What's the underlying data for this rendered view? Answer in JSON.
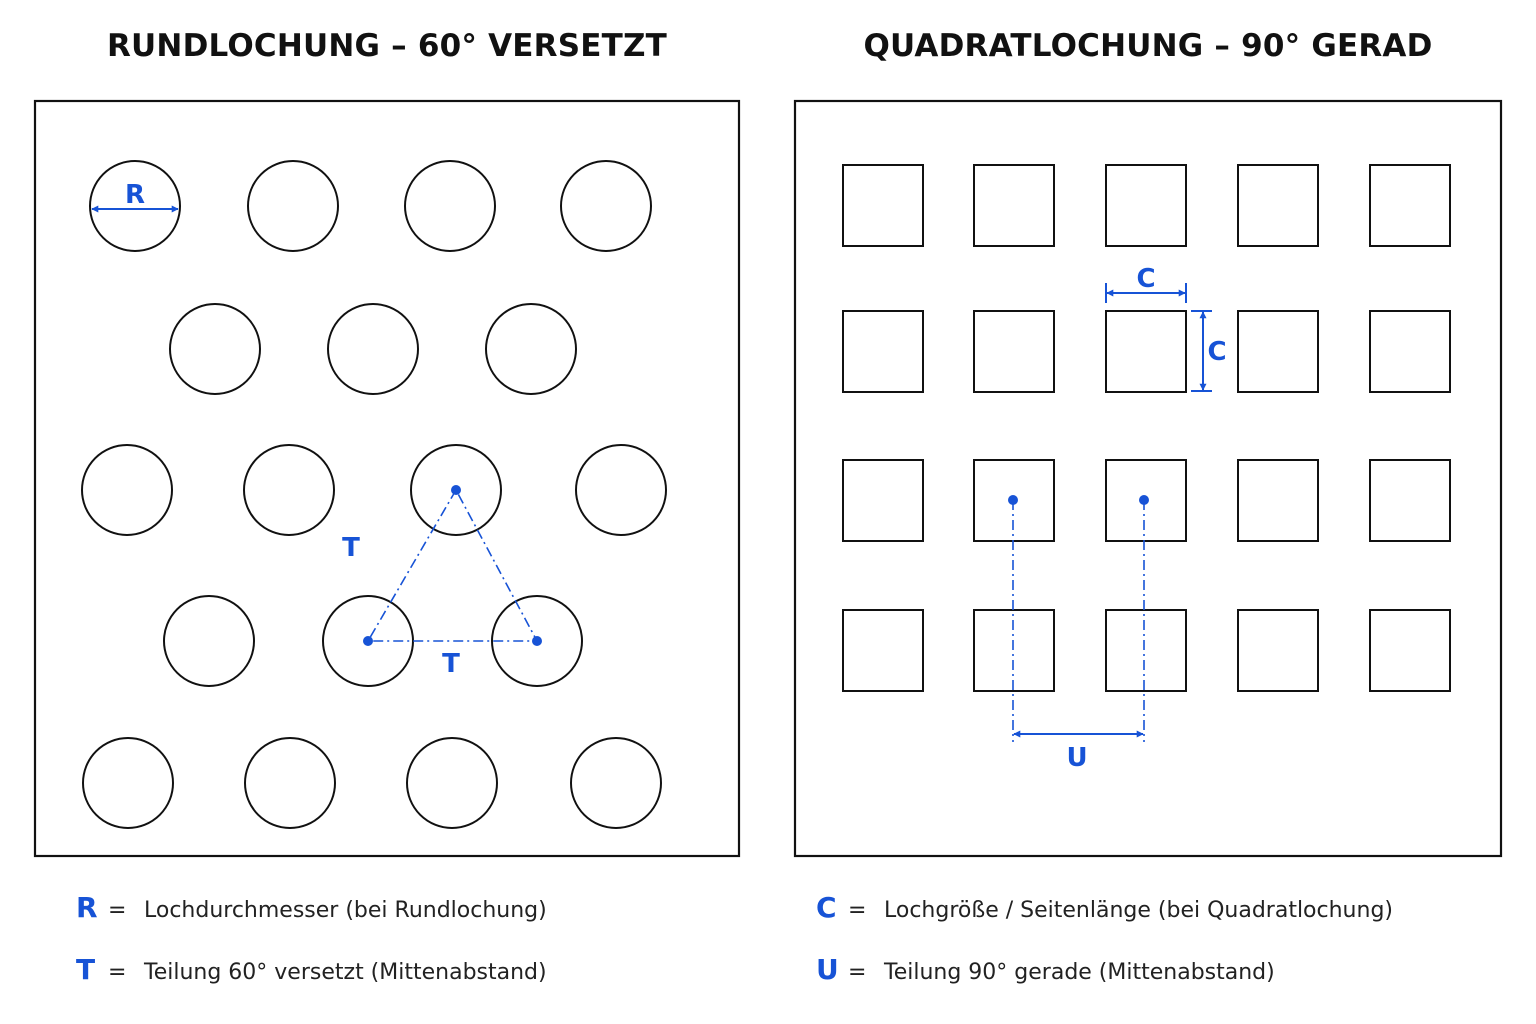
{
  "left_panel": {
    "title": "RUNDLOCHUNG – 60° VERSETZT",
    "labels": {
      "diameter": "R",
      "pitch_diagonal": "T",
      "pitch_horizontal": "T"
    }
  },
  "right_panel": {
    "title": "QUADRATLOCHUNG – 90° GERAD",
    "labels": {
      "width": "C",
      "height": "C",
      "pitch": "U"
    }
  },
  "legend": [
    {
      "symbol": "R",
      "equals": "=",
      "text": "Lochdurchmesser (bei Rundlochung)"
    },
    {
      "symbol": "T",
      "equals": "=",
      "text": "Teilung 60° versetzt (Mittenabstand)"
    },
    {
      "symbol": "C",
      "equals": "=",
      "text": "Lochgröße / Seitenlänge (bei Quadratlochung)"
    },
    {
      "symbol": "U",
      "equals": "=",
      "text": "Teilung 90° gerade (Mittenabstand)"
    }
  ],
  "colors": {
    "dimension": "#1753d6",
    "outline": "#111111",
    "background": "#ffffff"
  }
}
